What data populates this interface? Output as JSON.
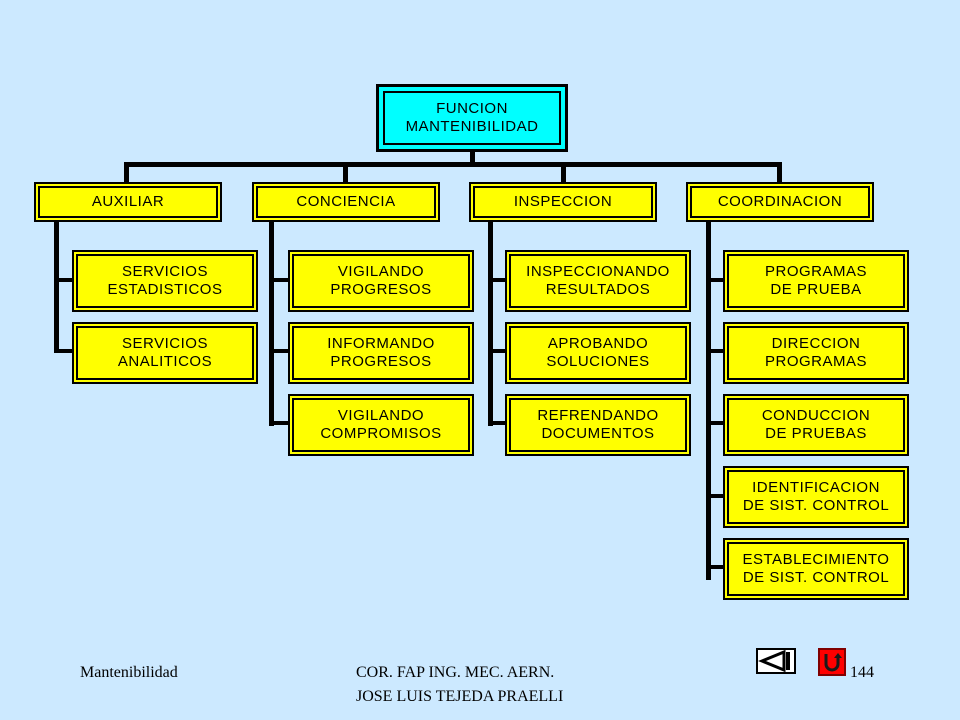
{
  "diagram": {
    "root": "FUNCION\nMANTENIBILIDAD",
    "columns": [
      {
        "title": "AUXILIAR",
        "items": [
          "SERVICIOS\nESTADISTICOS",
          "SERVICIOS\nANALITICOS"
        ]
      },
      {
        "title": "CONCIENCIA",
        "items": [
          "VIGILANDO\nPROGRESOS",
          "INFORMANDO\nPROGRESOS",
          "VIGILANDO\nCOMPROMISOS"
        ]
      },
      {
        "title": "INSPECCION",
        "items": [
          "INSPECCIONANDO\nRESULTADOS",
          "APROBANDO\nSOLUCIONES",
          "REFRENDANDO\nDOCUMENTOS"
        ]
      },
      {
        "title": "COORDINACION",
        "items": [
          "PROGRAMAS\nDE PRUEBA",
          "DIRECCION\nPROGRAMAS",
          "CONDUCCION\nDE PRUEBAS",
          "IDENTIFICACION\nDE SIST. CONTROL",
          "ESTABLECIMIENTO\nDE SIST. CONTROL"
        ]
      }
    ]
  },
  "footer": {
    "left": "Mantenibilidad",
    "center_line1": "COR. FAP  ING.  MEC.  AERN.",
    "center_line2": "JOSE  LUIS TEJEDA PRAELLI",
    "page": "144"
  },
  "nav": {
    "back_icon": "back-arrow-icon",
    "return_icon": "u-turn-icon",
    "return_color": "#ff0000",
    "back_bg": "#ffffff"
  },
  "colors": {
    "background": "#cce9ff",
    "box_fill": "#ffff00",
    "root_fill": "#00ffff",
    "line": "#000000"
  }
}
